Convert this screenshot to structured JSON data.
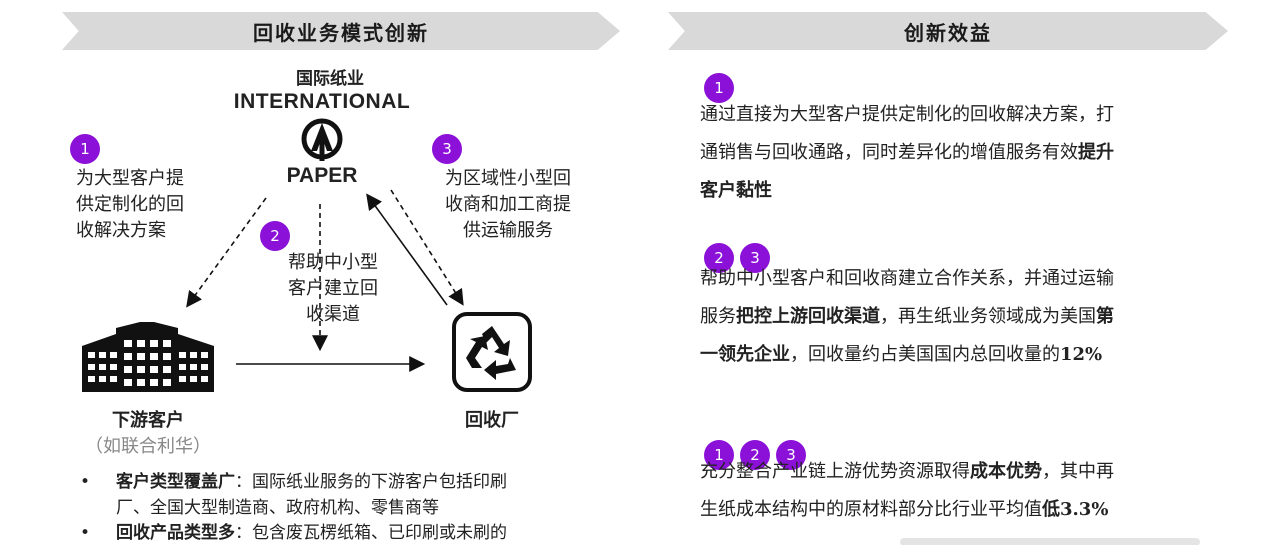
{
  "left": {
    "header": "回收业务模式创新",
    "company": {
      "cn_name": "国际纸业",
      "logo_line1": "INTERNATIONAL",
      "logo_line2": "PAPER"
    },
    "step1": {
      "num": "1",
      "lines": [
        "为大型客户提",
        "供定制化的回",
        "收解决方案"
      ]
    },
    "step2": {
      "num": "2",
      "lines": [
        "帮助中小型",
        "客户建立回",
        "收渠道"
      ]
    },
    "step3": {
      "num": "3",
      "lines": [
        "为区域性小型回",
        "收商和加工商提",
        "供运输服务"
      ]
    },
    "downstream": {
      "label": "下游客户",
      "sub": "（如联合利华）"
    },
    "recycler": {
      "label": "回收厂"
    },
    "bullets": [
      {
        "title": "客户类型覆盖广",
        "sep": "：",
        "line1": "国际纸业服务的下游客户包括印刷",
        "line2": "厂、全国大型制造商、政府机构、零售商等"
      },
      {
        "title": "回收产品类型多",
        "sep": "：",
        "line1": "包含废瓦楞纸箱、已印刷或未刷的",
        "line2": ""
      }
    ],
    "bullet_symbol": "•"
  },
  "right": {
    "header": "创新效益",
    "b1": {
      "badges": [
        "1"
      ],
      "line1": "通过直接为大型客户提供定制化的回收解决方案，打",
      "line2_a": "通销售与回收通路，同时差异化的增值服务有效",
      "line2_b": "提升",
      "line3": "客户黏性"
    },
    "b2": {
      "badges": [
        "2",
        "3"
      ],
      "line1": "帮助中小型客户和回收商建立合作关系，并通过运输",
      "line2_a": "服务",
      "line2_b": "把控上游回收渠道",
      "line2_c": "，再生纸业务领域成为美国",
      "line2_d": "第",
      "line3_a": "一领先企业",
      "line3_b": "，回收量约占美国国内总回收量的",
      "line3_c": "12%"
    },
    "b3": {
      "badges": [
        "1",
        "2",
        "3"
      ],
      "line1_a": "充分整合产业链上游优势资源取得",
      "line1_b": "成本优势",
      "line1_c": "，其中再",
      "line2_a": "生纸成本结构中的原材料部分比行业平均值",
      "line2_b": "低3.3%"
    }
  },
  "colors": {
    "badge": "#8b10d8",
    "banner": "#d9d9d9"
  },
  "icons": [
    "paper-tree-logo-icon",
    "building-icon",
    "recycle-icon"
  ]
}
